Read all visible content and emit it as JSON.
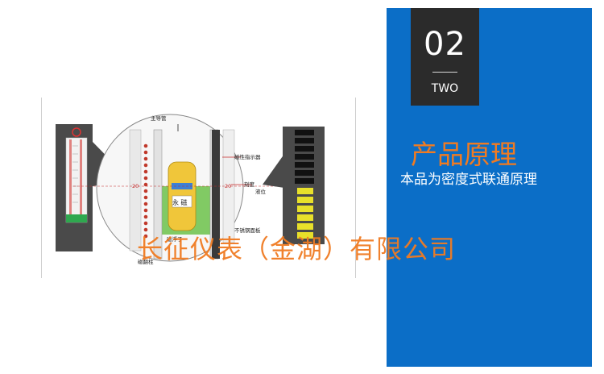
{
  "badge": {
    "number": "02",
    "sub_label": "TWO"
  },
  "panel": {
    "title": "产品原理",
    "description": "本品为密度式联通原理"
  },
  "watermark": {
    "text": "长征仪表（金湖）有限公司"
  },
  "diagram": {
    "labels": {
      "main_pipe": "主导管",
      "magnetic_indicator": "磁性指示器",
      "scale": "刻度",
      "liquid_level": "液位",
      "magnet": "永 磁",
      "float": "磁浮子",
      "stainless_panel": "不锈钢面板",
      "magnetic_column": "磁翻柱",
      "scale_value": "20"
    }
  },
  "colors": {
    "accent_blue": "#0b6ec7",
    "accent_orange": "#f07b22",
    "dark_box": "#2b2b2b",
    "liquid_green": "#6cc24a",
    "flap_red": "#c0392b",
    "flap_yellow": "#e8e02a"
  }
}
